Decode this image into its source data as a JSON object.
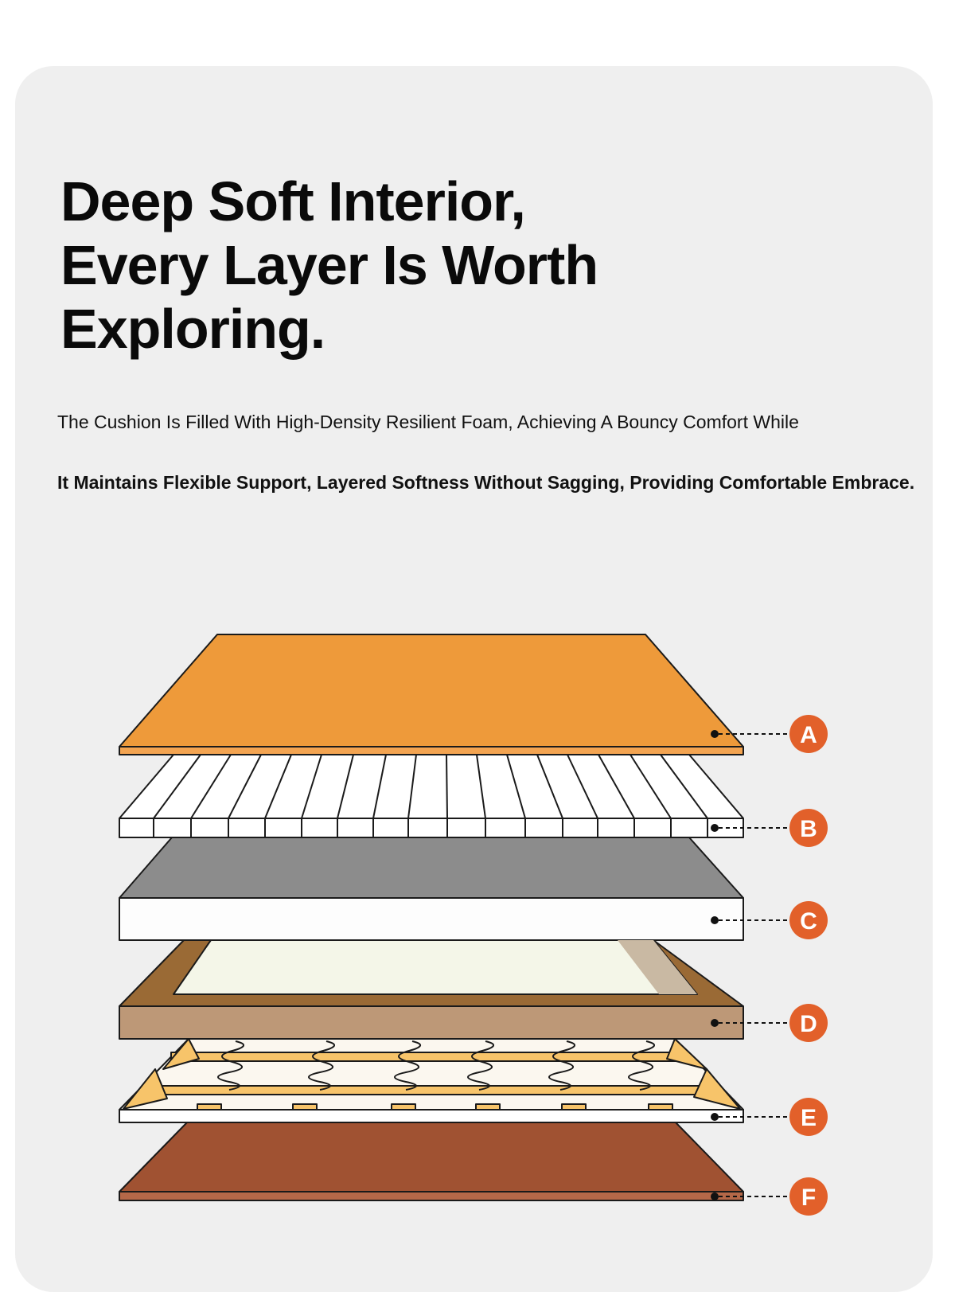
{
  "headline": {
    "line1": "Deep Soft Interior,",
    "line2": "Every Layer Is Worth",
    "line3": "Exploring."
  },
  "description": {
    "line1": "The Cushion Is Filled With High-Density Resilient Foam, Achieving A Bouncy Comfort While",
    "line2": "It Maintains Flexible Support, Layered Softness Without Sagging, Providing Comfortable Embrace."
  },
  "layers": [
    {
      "label": "A",
      "color": "#ee9a3a"
    },
    {
      "label": "B",
      "color": "#ffffff"
    },
    {
      "label": "C",
      "color": "#8c8c8c"
    },
    {
      "label": "D",
      "color": "#9a6a35"
    },
    {
      "label": "E",
      "color": "#f7c46a"
    },
    {
      "label": "F",
      "color": "#a05232"
    }
  ],
  "colors": {
    "badge": "#e2602a",
    "outline": "#1a1a1a"
  }
}
